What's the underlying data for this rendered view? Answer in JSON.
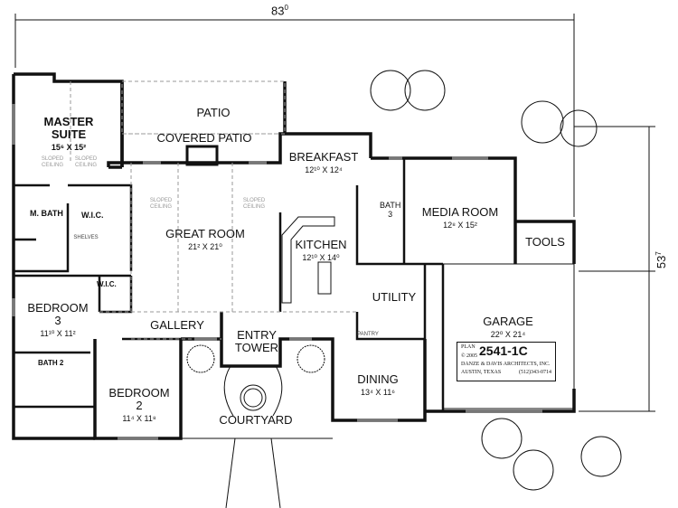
{
  "dimensions": {
    "width": "83",
    "width_inches": "0",
    "depth": "53",
    "depth_inches": "7"
  },
  "rooms": {
    "master_suite": {
      "name1": "MASTER",
      "name2": "SUITE",
      "size": "15⁶ X 15²"
    },
    "patio": {
      "name": "PATIO"
    },
    "covered_patio": {
      "name": "COVERED PATIO"
    },
    "breakfast": {
      "name": "BREAKFAST",
      "size": "12¹⁰ X 12⁴"
    },
    "media_room": {
      "name": "MEDIA ROOM",
      "size": "12⁸ X 15²"
    },
    "bath3": {
      "name1": "BATH",
      "name2": "3"
    },
    "tools": {
      "name": "TOOLS"
    },
    "m_bath": {
      "name": "M. BATH"
    },
    "wic_master": {
      "name": "W.I.C."
    },
    "shelves": {
      "name": "SHELVES"
    },
    "great_room": {
      "name": "GREAT ROOM",
      "size": "21² X 21⁰"
    },
    "kitchen": {
      "name": "KITCHEN",
      "size": "12¹⁰ X 14⁰"
    },
    "utility": {
      "name": "UTILITY"
    },
    "pantry": {
      "name": "PANTRY"
    },
    "garage": {
      "name": "GARAGE",
      "size": "22⁰ X 21⁴"
    },
    "bedroom3": {
      "name1": "BEDROOM",
      "name2": "3",
      "size": "11¹⁰ X 11²"
    },
    "wic_bed3": {
      "name": "W.I.C."
    },
    "gallery": {
      "name": "GALLERY"
    },
    "entry_tower": {
      "name1": "ENTRY",
      "name2": "TOWER"
    },
    "bath2": {
      "name": "BATH 2"
    },
    "bedroom2": {
      "name1": "BEDROOM",
      "name2": "2",
      "size": "11⁴ X 11⁸"
    },
    "courtyard": {
      "name": "COURTYARD"
    },
    "dining": {
      "name": "DINING",
      "size": "13⁴ X 11⁶"
    }
  },
  "notes": {
    "sloped1": "SLOPED",
    "sloped2": "CEILING"
  },
  "plan_box": {
    "plan_label": "PLAN",
    "plan_number": "2541-1C",
    "copyright": "© 2005",
    "architect": "DANZE & DAVIS ARCHITECTS, INC.",
    "city": "AUSTIN, TEXAS",
    "phone": "(512)343-0714"
  }
}
